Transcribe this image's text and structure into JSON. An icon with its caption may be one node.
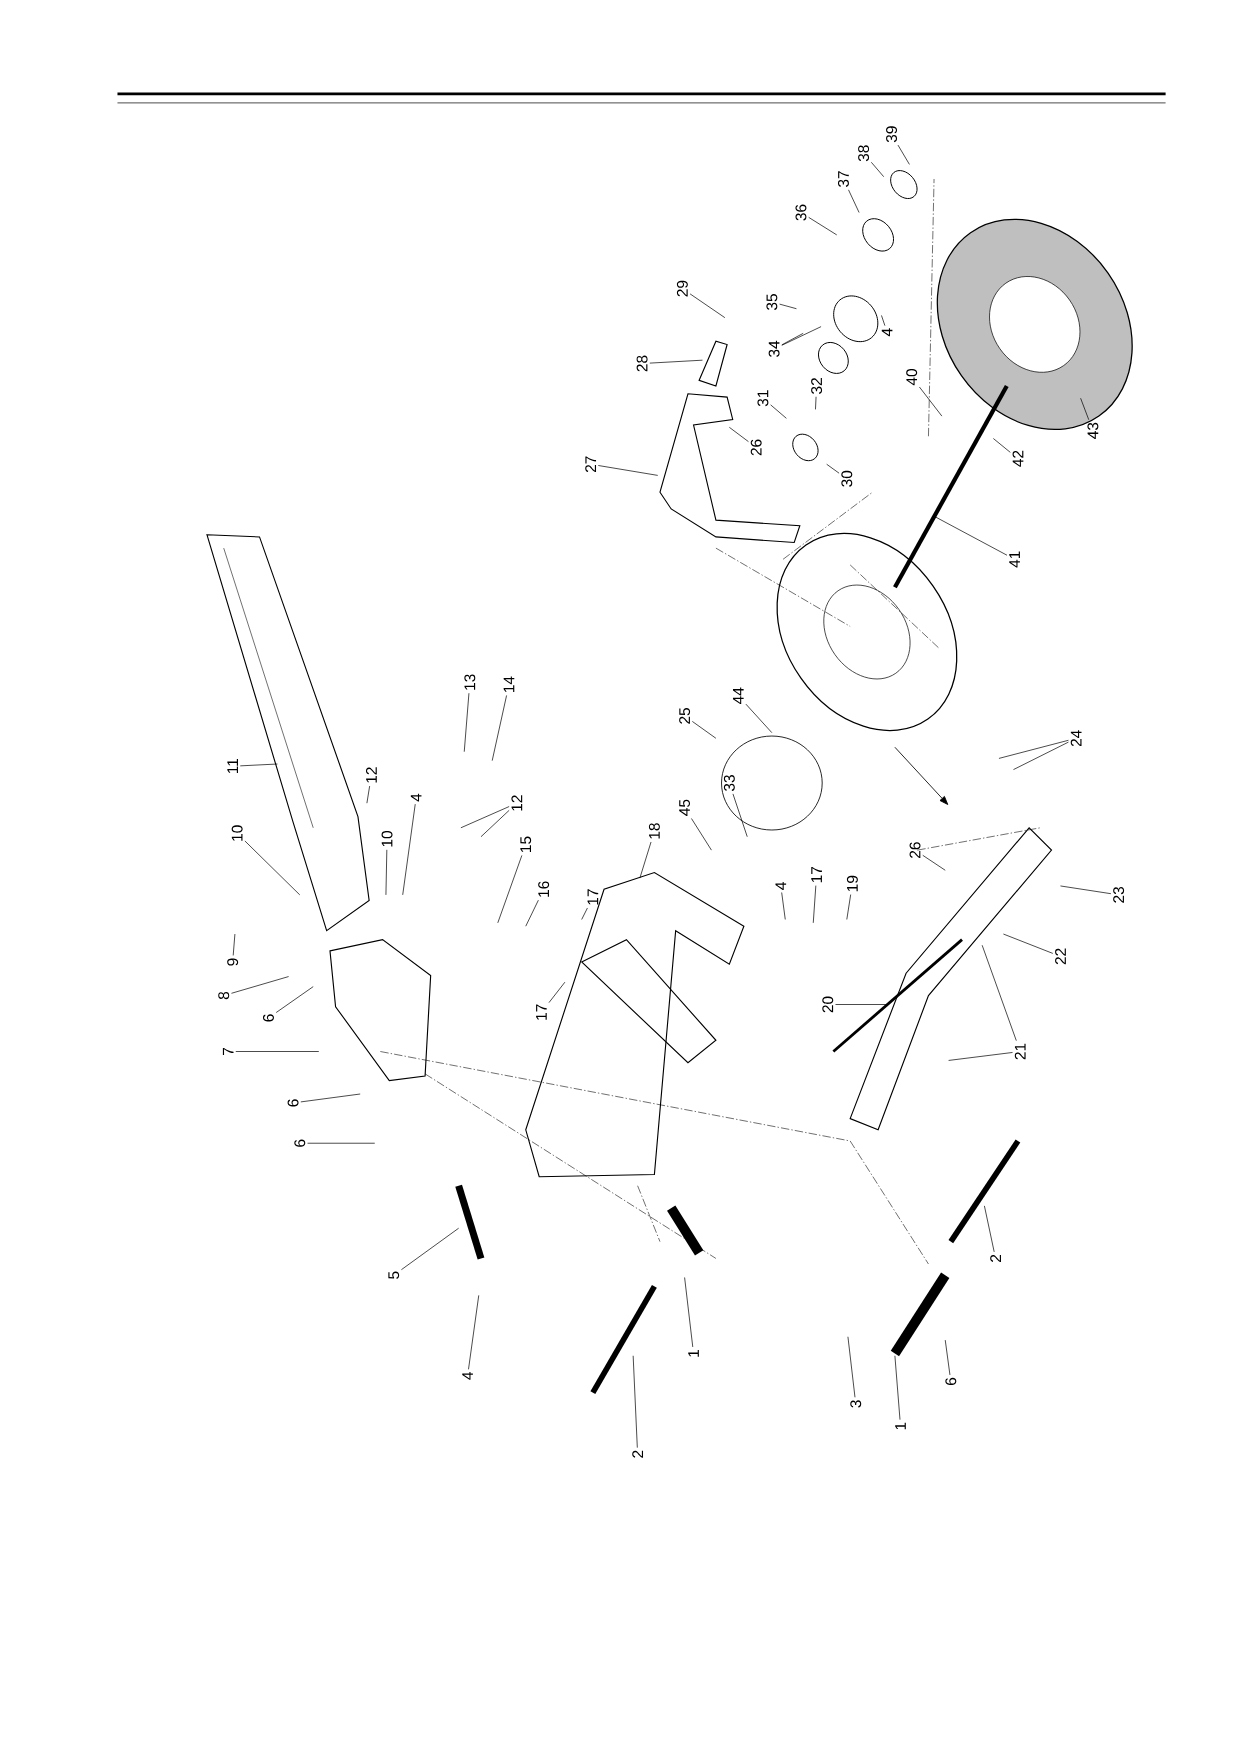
{
  "diagram": {
    "nodes": [
      {
        "text": [
          "11"
        ]
      },
      {
        "text": [
          "10"
        ]
      },
      {
        "text": [
          "12"
        ]
      },
      {
        "text": [
          "10"
        ]
      },
      {
        "text": [
          "4"
        ]
      },
      {
        "text": [
          "13"
        ]
      },
      {
        "text": [
          "14"
        ]
      },
      {
        "text": [
          "12"
        ]
      },
      {
        "text": [
          "9"
        ]
      },
      {
        "text": [
          "8"
        ]
      },
      {
        "text": [
          "6"
        ]
      },
      {
        "text": [
          "7"
        ]
      },
      {
        "text": [
          "6"
        ]
      },
      {
        "text": [
          "6"
        ]
      },
      {
        "text": [
          "15"
        ]
      },
      {
        "text": [
          "16"
        ]
      },
      {
        "text": [
          "17"
        ]
      },
      {
        "text": [
          "18"
        ]
      },
      {
        "text": [
          "17"
        ]
      },
      {
        "text": [
          "5"
        ]
      },
      {
        "text": [
          "4"
        ]
      },
      {
        "text": [
          "1"
        ]
      },
      {
        "text": [
          "2"
        ]
      },
      {
        "text": [
          "25"
        ]
      },
      {
        "text": [
          "44"
        ]
      },
      {
        "text": [
          "33"
        ]
      },
      {
        "text": [
          "45"
        ]
      },
      {
        "text": [
          "4"
        ]
      },
      {
        "text": [
          "17"
        ]
      },
      {
        "text": [
          "19"
        ]
      },
      {
        "text": [
          "26"
        ]
      },
      {
        "text": [
          "24"
        ]
      },
      {
        "text": [
          "23"
        ]
      },
      {
        "text": [
          "22"
        ]
      },
      {
        "text": [
          "21"
        ]
      },
      {
        "text": [
          "20"
        ]
      },
      {
        "text": [
          "2"
        ]
      },
      {
        "text": [
          "1"
        ]
      },
      {
        "text": [
          "3"
        ]
      },
      {
        "text": [
          "6"
        ]
      },
      {
        "text": [
          "27"
        ]
      },
      {
        "text": [
          "28"
        ]
      },
      {
        "text": [
          "29"
        ]
      },
      {
        "text": [
          "26"
        ]
      },
      {
        "text": [
          "31"
        ]
      },
      {
        "text": [
          "32"
        ]
      },
      {
        "text": [
          "30"
        ]
      },
      {
        "text": [
          "34"
        ]
      },
      {
        "text": [
          "35"
        ]
      },
      {
        "text": [
          "36"
        ]
      },
      {
        "text": [
          "37"
        ]
      },
      {
        "text": [
          "38"
        ]
      },
      {
        "text": [
          "39"
        ]
      },
      {
        "text": [
          "4"
        ]
      },
      {
        "text": [
          "40"
        ]
      },
      {
        "text": [
          "41"
        ]
      },
      {
        "text": [
          "42"
        ]
      },
      {
        "text": [
          "43"
        ]
      }
    ],
    "edges": [
      {
        "from": 0,
        "to": null,
        "arrow": "none"
      },
      {
        "from": 1,
        "to": null,
        "arrow": "none"
      },
      {
        "from": 2,
        "to": null,
        "arrow": "none"
      },
      {
        "from": 3,
        "to": null,
        "arrow": "none"
      },
      {
        "from": 4,
        "to": null,
        "arrow": "none"
      },
      {
        "from": 5,
        "to": null,
        "arrow": "none"
      },
      {
        "from": 6,
        "to": null,
        "arrow": "none"
      },
      {
        "from": 7,
        "to": null,
        "arrow": "none"
      },
      {
        "from": 7,
        "to": null,
        "arrow": "none"
      },
      {
        "from": 8,
        "to": null,
        "arrow": "none"
      },
      {
        "from": 9,
        "to": null,
        "arrow": "none"
      },
      {
        "from": 10,
        "to": null,
        "arrow": "none"
      },
      {
        "from": 11,
        "to": null,
        "arrow": "none"
      },
      {
        "from": 12,
        "to": null,
        "arrow": "none"
      },
      {
        "from": 13,
        "to": null,
        "arrow": "none"
      },
      {
        "from": 14,
        "to": null,
        "arrow": "none"
      },
      {
        "from": 15,
        "to": null,
        "arrow": "none"
      },
      {
        "from": 16,
        "to": null,
        "arrow": "none"
      },
      {
        "from": 17,
        "to": null,
        "arrow": "none"
      },
      {
        "from": 18,
        "to": null,
        "arrow": "none"
      },
      {
        "from": 19,
        "to": null,
        "arrow": "none"
      },
      {
        "from": 20,
        "to": null,
        "arrow": "none"
      },
      {
        "from": 21,
        "to": null,
        "arrow": "none"
      },
      {
        "from": 22,
        "to": null,
        "arrow": "none"
      },
      {
        "from": 23,
        "to": null,
        "arrow": "none"
      },
      {
        "from": 24,
        "to": null,
        "arrow": "none"
      },
      {
        "from": 25,
        "to": null,
        "arrow": "none"
      },
      {
        "from": 26,
        "to": null,
        "arrow": "none"
      },
      {
        "from": 27,
        "to": null,
        "arrow": "none"
      },
      {
        "from": 28,
        "to": null,
        "arrow": "none"
      },
      {
        "from": 29,
        "to": null,
        "arrow": "none"
      },
      {
        "from": 30,
        "to": null,
        "arrow": "none"
      },
      {
        "from": 31,
        "to": null,
        "arrow": "none"
      },
      {
        "from": 31,
        "to": null,
        "arrow": "none"
      },
      {
        "from": 32,
        "to": null,
        "arrow": "none"
      },
      {
        "from": 33,
        "to": null,
        "arrow": "none"
      },
      {
        "from": 34,
        "to": null,
        "arrow": "none"
      },
      {
        "from": 34,
        "to": null,
        "arrow": "none"
      },
      {
        "from": 35,
        "to": null,
        "arrow": "none"
      },
      {
        "from": 36,
        "to": null,
        "arrow": "none"
      },
      {
        "from": 37,
        "to": null,
        "arrow": "none"
      },
      {
        "from": 38,
        "to": null,
        "arrow": "none"
      },
      {
        "from": 39,
        "to": null,
        "arrow": "none"
      },
      {
        "from": 40,
        "to": null,
        "arrow": "none"
      },
      {
        "from": 41,
        "to": null,
        "arrow": "none"
      },
      {
        "from": 42,
        "to": null,
        "arrow": "none"
      },
      {
        "from": 43,
        "to": null,
        "arrow": "none"
      },
      {
        "from": 44,
        "to": null,
        "arrow": "none"
      },
      {
        "from": 45,
        "to": null,
        "arrow": "none"
      },
      {
        "from": 46,
        "to": null,
        "arrow": "none"
      },
      {
        "from": 47,
        "to": null,
        "arrow": "none"
      },
      {
        "from": 47,
        "to": null,
        "arrow": "none"
      },
      {
        "from": 48,
        "to": null,
        "arrow": "none"
      },
      {
        "from": 49,
        "to": null,
        "arrow": "none"
      },
      {
        "from": 50,
        "to": null,
        "arrow": "none"
      },
      {
        "from": 51,
        "to": null,
        "arrow": "none"
      },
      {
        "from": 52,
        "to": null,
        "arrow": "none"
      },
      {
        "from": 53,
        "to": null,
        "arrow": "none"
      },
      {
        "from": 54,
        "to": null,
        "arrow": "none"
      },
      {
        "from": 55,
        "to": null,
        "arrow": "none"
      },
      {
        "from": 56,
        "to": null,
        "arrow": "none"
      },
      {
        "from": 57,
        "to": null,
        "arrow": "none"
      }
    ]
  }
}
